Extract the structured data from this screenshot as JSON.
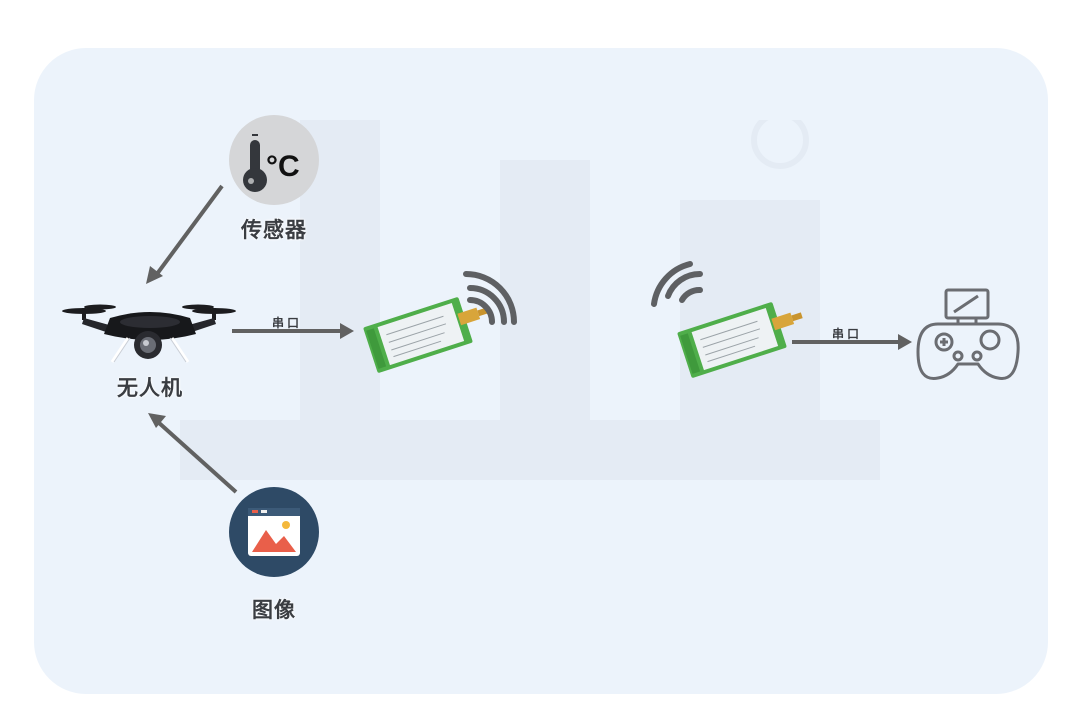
{
  "nodes": {
    "sensor": {
      "label": "传感器",
      "icon": "thermometer-celsius-icon"
    },
    "drone": {
      "label": "无人机",
      "icon": "drone-icon"
    },
    "image": {
      "label": "图像",
      "icon": "image-icon"
    },
    "module_tx": {
      "icon": "wireless-module-icon"
    },
    "module_rx": {
      "icon": "wireless-module-icon"
    },
    "controller": {
      "icon": "gamepad-icon"
    }
  },
  "edges": {
    "drone_to_module": {
      "label": "串口"
    },
    "module_to_controller": {
      "label": "串口"
    }
  },
  "sensor_symbol": "°C",
  "colors": {
    "panel": "#ecf3fb",
    "arrow": "#616161",
    "module_green": "#4fae4a",
    "gold": "#d8a53a",
    "image_circle": "#2e4a66",
    "image_mountain": "#e95f4a"
  }
}
